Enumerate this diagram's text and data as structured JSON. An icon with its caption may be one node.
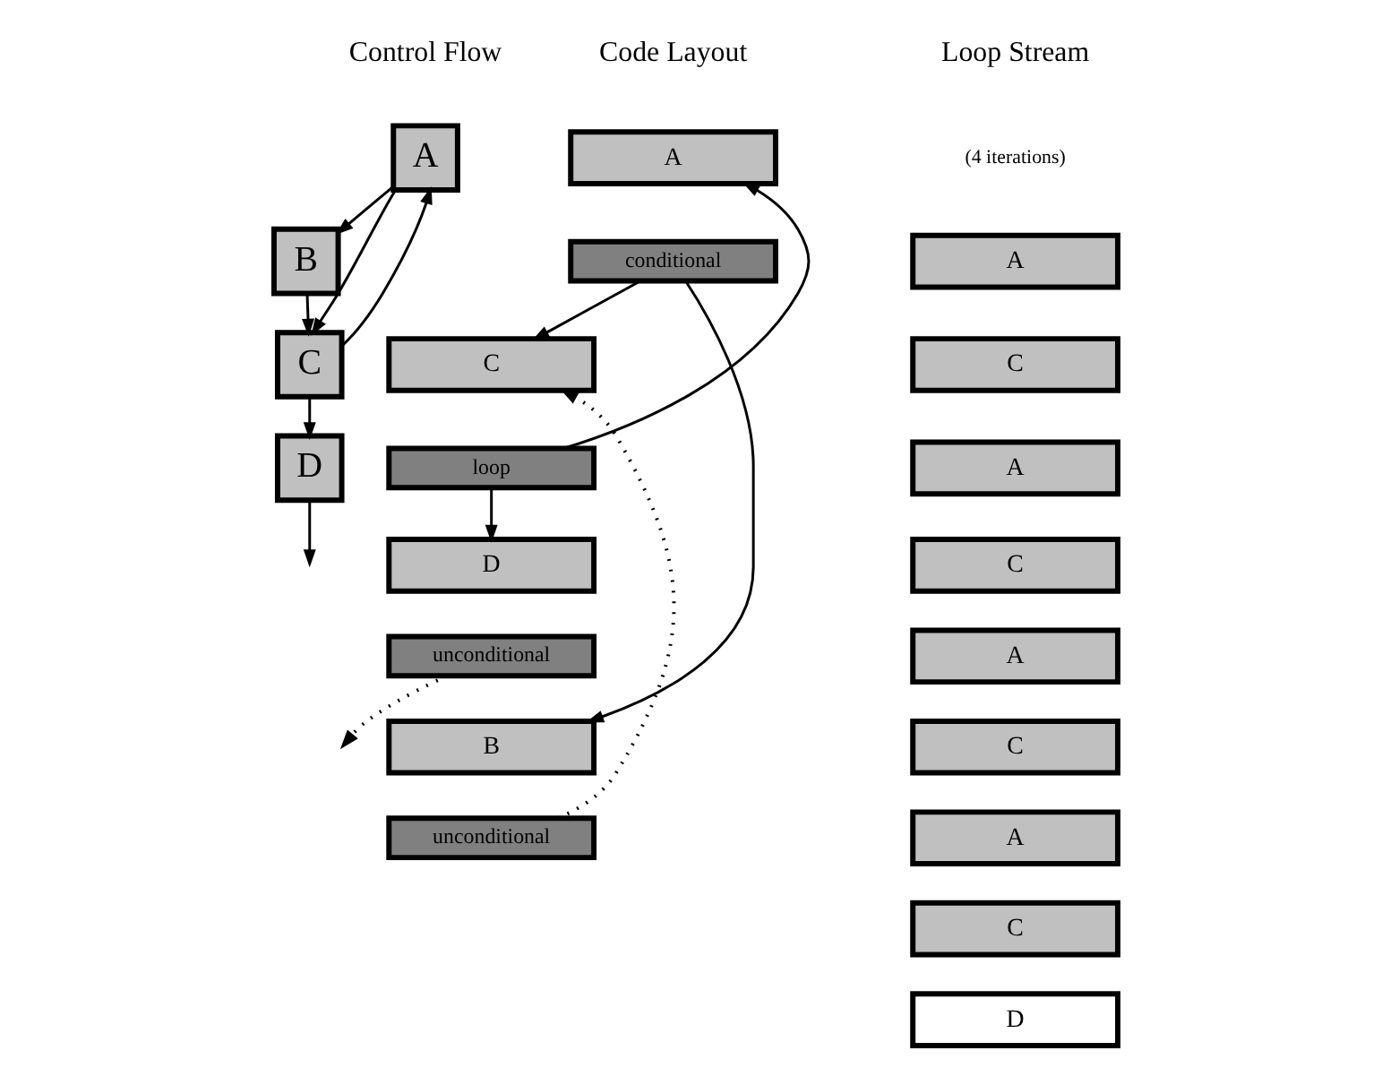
{
  "diagram": {
    "nodes": [
      {
        "text": [
          "A"
        ]
      },
      {
        "text": [
          "B"
        ]
      },
      {
        "text": [
          "C"
        ]
      },
      {
        "text": [
          "D"
        ]
      },
      {
        "text": [
          "A"
        ]
      },
      {
        "text": [
          "conditional"
        ]
      },
      {
        "text": [
          "C"
        ]
      },
      {
        "text": [
          "loop"
        ]
      },
      {
        "text": [
          "D"
        ]
      },
      {
        "text": [
          "unconditional"
        ]
      },
      {
        "text": [
          "B"
        ]
      },
      {
        "text": [
          "unconditional"
        ]
      },
      {
        "text": [
          "A"
        ]
      },
      {
        "text": [
          "C"
        ]
      },
      {
        "text": [
          "A"
        ]
      },
      {
        "text": [
          "C"
        ]
      },
      {
        "text": [
          "A"
        ]
      },
      {
        "text": [
          "C"
        ]
      },
      {
        "text": [
          "A"
        ]
      },
      {
        "text": [
          "C"
        ]
      },
      {
        "text": [
          "D"
        ]
      }
    ],
    "edges": [
      {
        "from": 0,
        "to": 1,
        "arrow": "to"
      },
      {
        "from": 0,
        "to": 2,
        "arrow": "to"
      },
      {
        "from": 1,
        "to": 2,
        "arrow": "to"
      },
      {
        "from": 2,
        "to": 0,
        "arrow": "to"
      },
      {
        "from": 2,
        "to": 3,
        "arrow": "to"
      },
      {
        "from": 3,
        "to": null,
        "arrow": "to"
      },
      {
        "from": 5,
        "to": 6,
        "arrow": "to"
      },
      {
        "from": 5,
        "to": 10,
        "arrow": "to"
      },
      {
        "from": 11,
        "to": 6,
        "arrow": "to",
        "style": "dashed"
      },
      {
        "from": 7,
        "to": 4,
        "arrow": "to"
      },
      {
        "from": 7,
        "to": 8,
        "arrow": "to"
      },
      {
        "from": 9,
        "to": null,
        "arrow": "to",
        "style": "dashed"
      }
    ],
    "labels": [
      "Control Flow",
      "Code Layout",
      "Loop Stream",
      "(4 iterations)"
    ]
  }
}
